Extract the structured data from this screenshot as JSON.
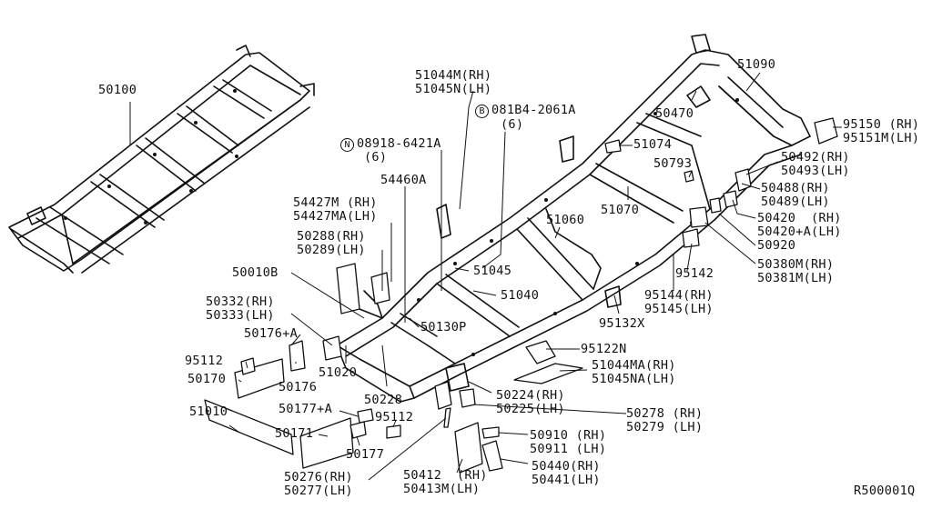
{
  "diagram": {
    "reference": "R500001Q",
    "labels": {
      "l50100": "50100",
      "l51090": "51090",
      "l51044m": "51044M(RH)",
      "l51045n": "51045N(LH)",
      "l081b4": "081B4-2061A",
      "l081b4_qty": "(6)",
      "l08918": "08918-6421A",
      "l08918_qty": "(6)",
      "l50470": "50470",
      "l95150": "95150 (RH)",
      "l95151m": "95151M(LH)",
      "l51074": "51074",
      "l50793": "50793",
      "l50492": "50492(RH)",
      "l50493": "50493(LH)",
      "l50488": "50488(RH)",
      "l50489": "50489(LH)",
      "l50420": "50420  (RH)",
      "l50420a": "50420+A(LH)",
      "l50920": "50920",
      "l50380m": "50380M(RH)",
      "l50381m": "50381M(LH)",
      "l54460a": "54460A",
      "l54427m": "54427M (RH)",
      "l54427ma": "54427MA(LH)",
      "l51070": "51070",
      "l51060": "51060",
      "l95142": "95142",
      "l50288": "50288(RH)",
      "l50289": "50289(LH)",
      "l51045": "51045",
      "l50010b": "50010B",
      "l51040": "51040",
      "l95144": "95144(RH)",
      "l95145": "95145(LH)",
      "l95132x": "95132X",
      "l50332": "50332(RH)",
      "l50333": "50333(LH)",
      "l50130p": "50130P",
      "l50176a": "50176+A",
      "l95122n": "95122N",
      "l95112a": "95112",
      "l51020": "51020",
      "l51044ma": "51044MA(RH)",
      "l51045na": "51045NA(LH)",
      "l50170": "50170",
      "l50176": "50176",
      "l50224": "50224(RH)",
      "l50225": "50225(LH)",
      "l50228": "50228",
      "l50278": "50278 (RH)",
      "l50279": "50279 (LH)",
      "l50177a": "50177+A",
      "l95112b": "95112",
      "l51010": "51010",
      "l50171": "50171",
      "l50910": "50910 (RH)",
      "l50911": "50911 (LH)",
      "l50177": "50177",
      "l50412": "50412  (RH)",
      "l50413m": "50413M(LH)",
      "l50440": "50440(RH)",
      "l50441": "50441(LH)",
      "l50276": "50276(RH)",
      "l50277": "50277(LH)"
    },
    "symbols": {
      "n_mark": "N",
      "b_mark": "B"
    }
  }
}
